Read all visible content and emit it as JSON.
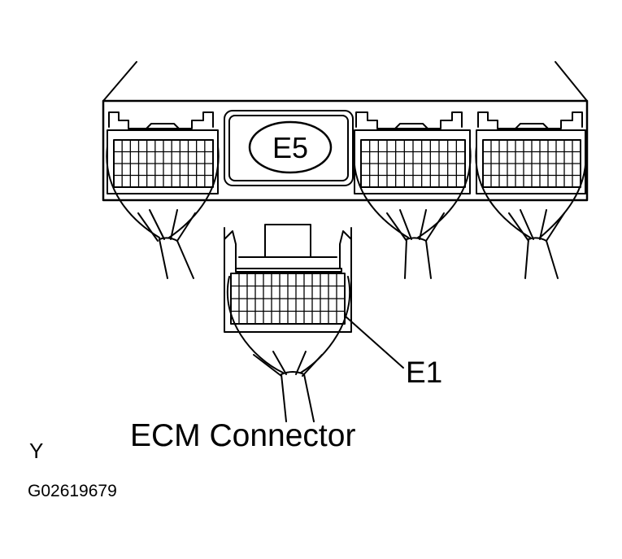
{
  "diagram": {
    "ecu_badge": "E5",
    "callout_label": "E1",
    "caption": "ECM Connector",
    "corner_mark": "Y",
    "figure_code": "G02619679",
    "colors": {
      "line": "#000000",
      "background": "#ffffff"
    }
  }
}
